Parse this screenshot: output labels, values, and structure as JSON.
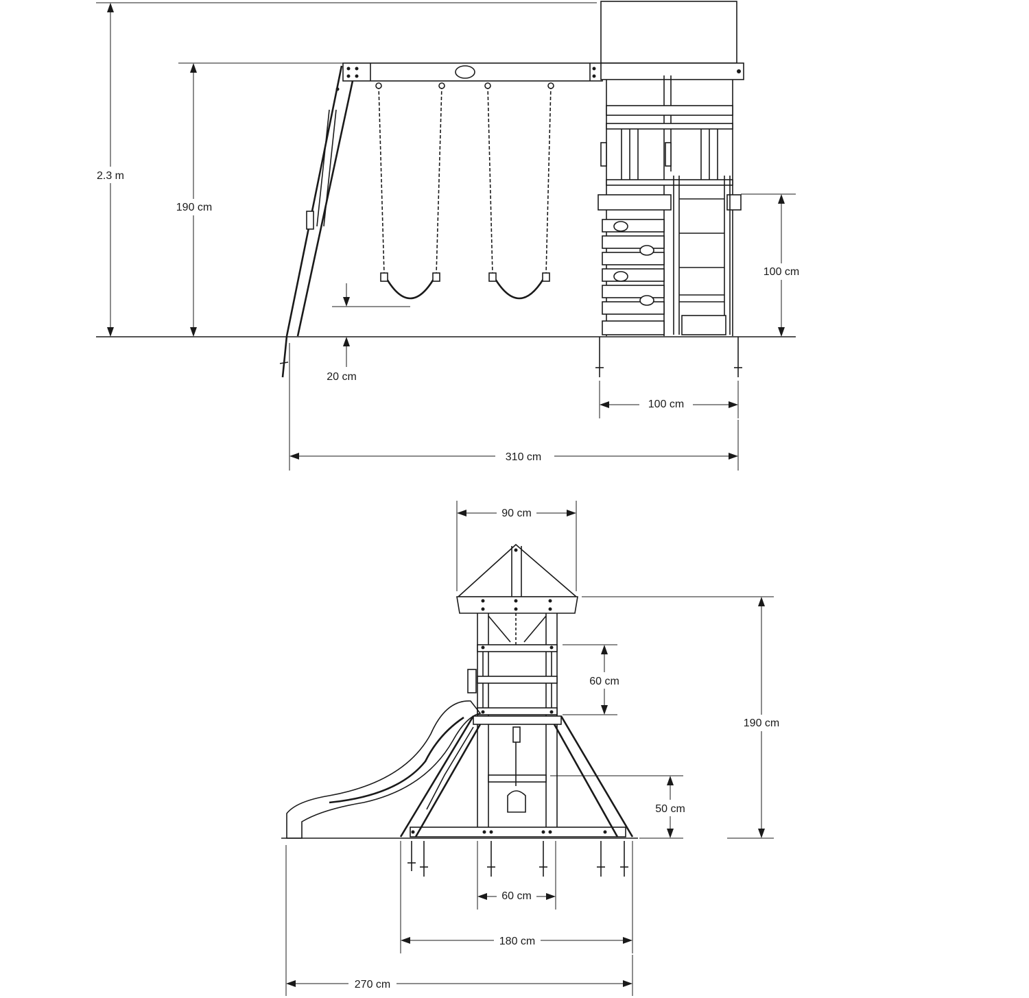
{
  "image_kind": "dimension drawing",
  "colors": {
    "line": "#1a1a1a",
    "background": "#ffffff"
  },
  "side_view": {
    "total_height": "2.3 m",
    "swing_beam_height": "190 cm",
    "platform_height": "100 cm",
    "swing_seat_clearance": "20 cm",
    "tower_width": "100 cm",
    "total_width": "310 cm"
  },
  "front_view": {
    "roof_width": "90 cm",
    "wall_panel_height": "60 cm",
    "tower_height": "190 cm",
    "lower_bar_height": "50 cm",
    "inner_base_width": "60 cm",
    "frame_base_width": "180 cm",
    "total_width": "270 cm"
  }
}
